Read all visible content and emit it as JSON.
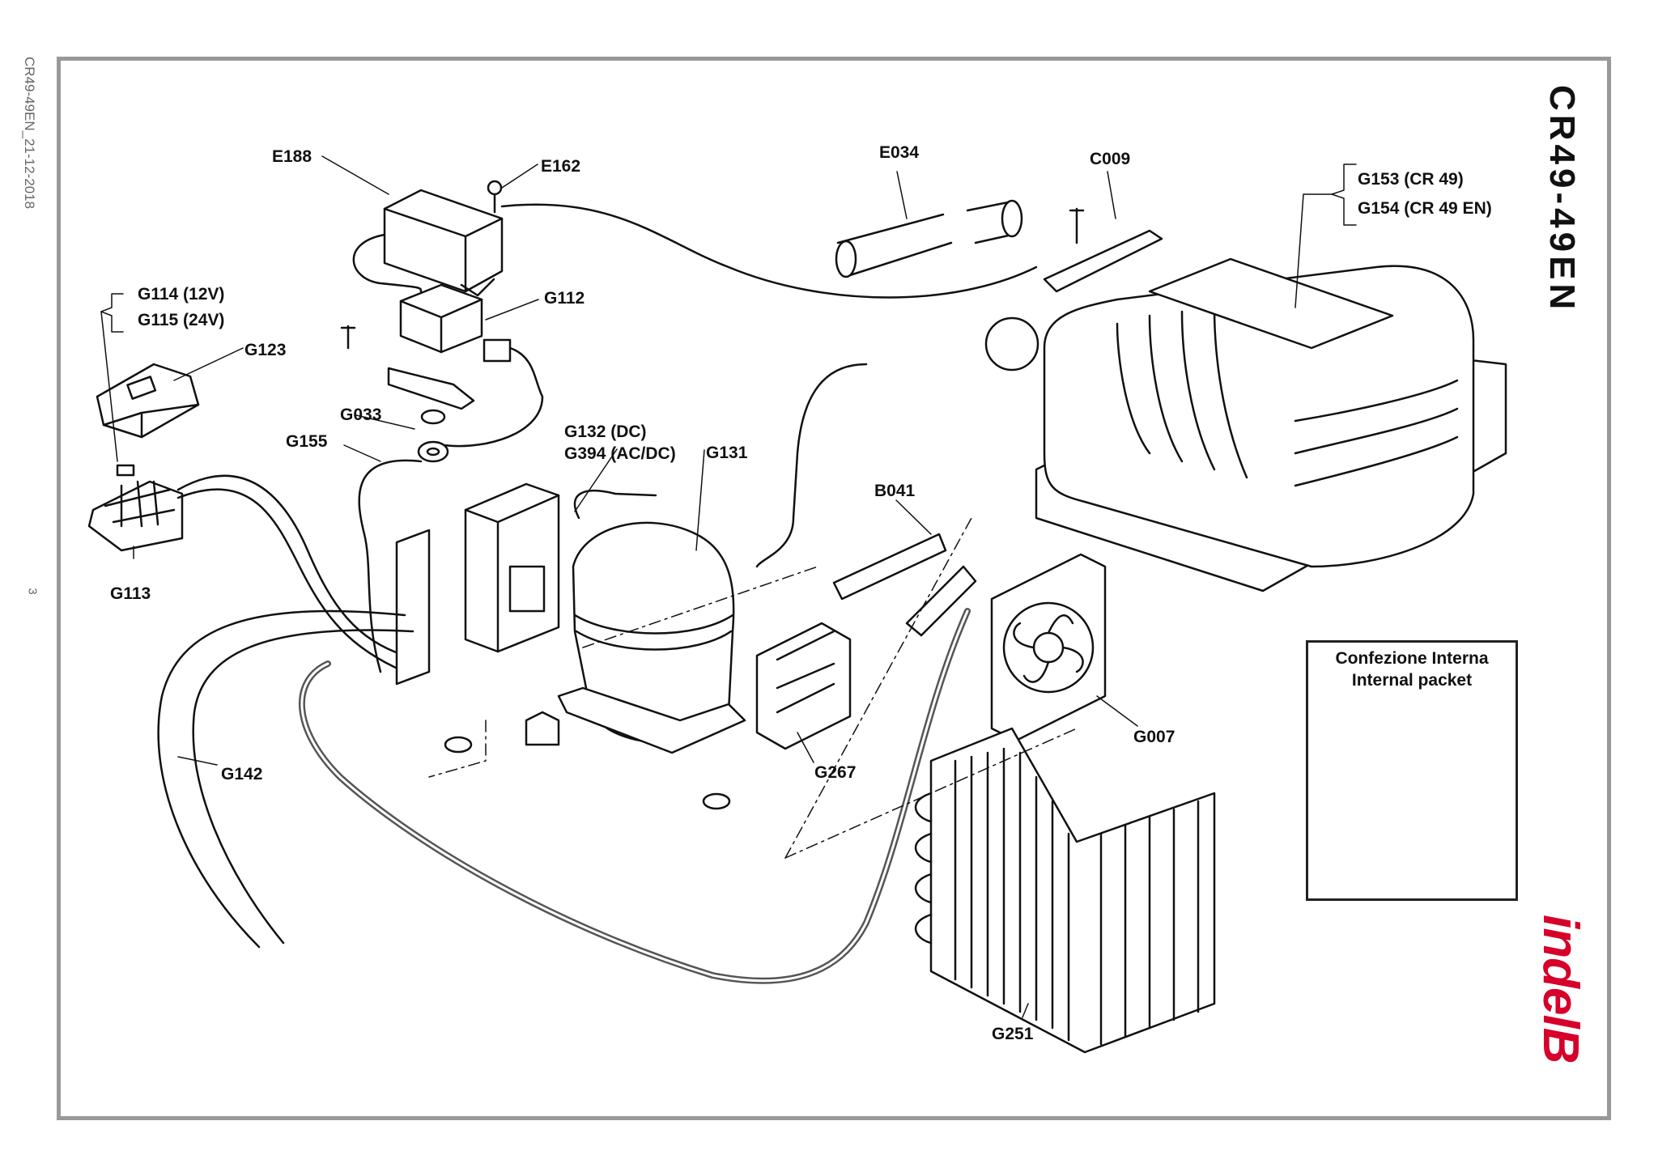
{
  "document": {
    "side_code": "CR49-49EN_21-12-2018",
    "page_number": "3",
    "model_title": "CR49-49EN",
    "brand": "indelB"
  },
  "labels": {
    "e188": "E188",
    "e162": "E162",
    "e034": "E034",
    "c009": "C009",
    "g153": "G153 (CR 49)",
    "g154": "G154 (CR 49 EN)",
    "g114": "G114 (12V)",
    "g115": "G115 (24V)",
    "g112": "G112",
    "g123": "G123",
    "g033": "G033",
    "g155": "G155",
    "g132": "G132 (DC)",
    "g394": "G394 (AC/DC)",
    "g131": "G131",
    "b041": "B041",
    "g113": "G113",
    "g142": "G142",
    "g267": "G267",
    "g007": "G007",
    "g251": "G251"
  },
  "internal_packet": {
    "title_it": "Confezione Interna",
    "title_en": "Internal packet"
  },
  "colors": {
    "frame": "#999999",
    "ink": "#111111",
    "brand_red": "#d6002a"
  }
}
